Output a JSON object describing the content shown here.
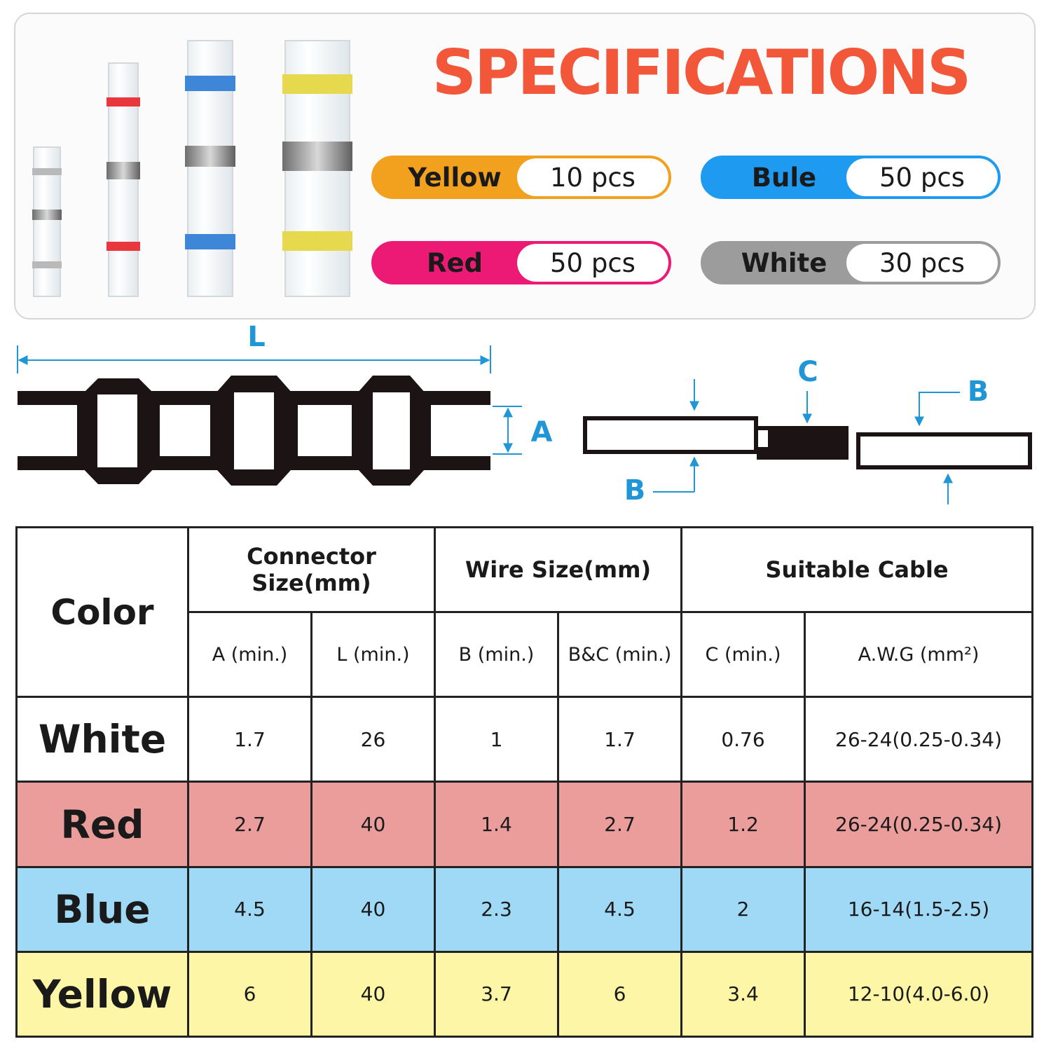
{
  "title": "SPECIFICATIONS",
  "quantities": [
    {
      "color": "Yellow",
      "count": "10 pcs",
      "hex": "#f2a11f"
    },
    {
      "color": "Bule",
      "count": "50 pcs",
      "hex": "#1e9af0"
    },
    {
      "color": "Red",
      "count": "50 pcs",
      "hex": "#ec1a74"
    },
    {
      "color": "White",
      "count": "30 pcs",
      "hex": "#9c9c9c"
    }
  ],
  "diagram_labels": {
    "length": "L",
    "inner_diameter": "A",
    "wire_diameter_c": "C",
    "wire_diameter_b": "B"
  },
  "table": {
    "color_header": "Color",
    "group_headers": [
      "Connector Size(mm)",
      "Wire Size(mm)",
      "Suitable Cable"
    ],
    "sub_headers": [
      "A (min.)",
      "L (min.)",
      "B (min.)",
      "B&C (min.)",
      "C (min.)",
      "A.W.G (mm²)"
    ],
    "rows": [
      {
        "color": "White",
        "hex": "#ffffff",
        "values": [
          "1.7",
          "26",
          "1",
          "1.7",
          "0.76",
          "26-24(0.25-0.34)"
        ]
      },
      {
        "color": "Red",
        "hex": "#eb9d9c",
        "values": [
          "2.7",
          "40",
          "1.4",
          "2.7",
          "1.2",
          "26-24(0.25-0.34)"
        ]
      },
      {
        "color": "Blue",
        "hex": "#9fd9f5",
        "values": [
          "4.5",
          "40",
          "2.3",
          "4.5",
          "2",
          "16-14(1.5-2.5)"
        ]
      },
      {
        "color": "Yellow",
        "hex": "#fdf6a6",
        "values": [
          "6",
          "40",
          "3.7",
          "6",
          "3.4",
          "12-10(4.0-6.0)"
        ]
      }
    ]
  },
  "colors": {
    "title": "#f2573a",
    "dimension": "#2196d6"
  }
}
